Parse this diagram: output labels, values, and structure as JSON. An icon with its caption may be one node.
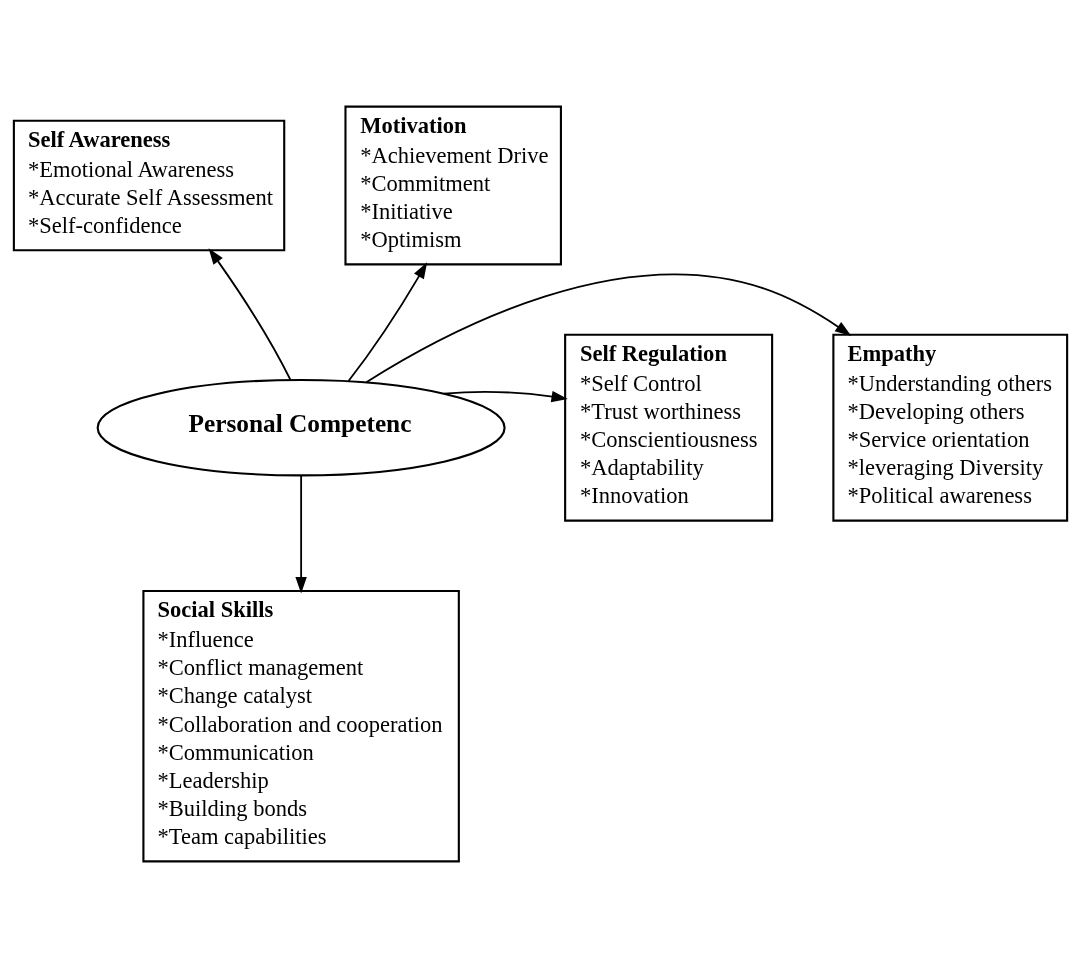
{
  "diagram": {
    "nodes": [
      {
        "text": [
          "Self Awareness",
          "*Emotional Awareness",
          "*Accurate Self Assessment",
          "*Self-confidence"
        ]
      },
      {
        "text": [
          "Motivation",
          "*Achievement Drive",
          "*Commitment",
          "*Initiative",
          "*Optimism"
        ]
      },
      {
        "text": [
          "Empathy",
          "*Understanding others",
          "*Developing others",
          "*Service orientation",
          "*leveraging Diversity",
          "*Political awareness"
        ]
      },
      {
        "text": [
          "Personal Competenc"
        ]
      },
      {
        "text": [
          "Self Regulation",
          "*Self Control",
          "*Trust worthiness",
          "*Conscientiousness",
          "*Adaptability",
          "*Innovation"
        ]
      },
      {
        "text": [
          "Social Skills",
          "*Influence",
          "*Conflict management",
          "*Change catalyst",
          "*Collaboration and cooperation",
          "*Communication",
          "*Leadership",
          "*Building bonds",
          "*Team capabilities"
        ]
      }
    ],
    "edges": [
      {
        "from": 3,
        "to": 0,
        "arrow": "to"
      },
      {
        "from": 3,
        "to": 1,
        "arrow": "to"
      },
      {
        "from": 3,
        "to": 2,
        "arrow": "to"
      },
      {
        "from": 3,
        "to": 4,
        "arrow": "to"
      },
      {
        "from": 3,
        "to": 5,
        "arrow": "to"
      }
    ]
  }
}
